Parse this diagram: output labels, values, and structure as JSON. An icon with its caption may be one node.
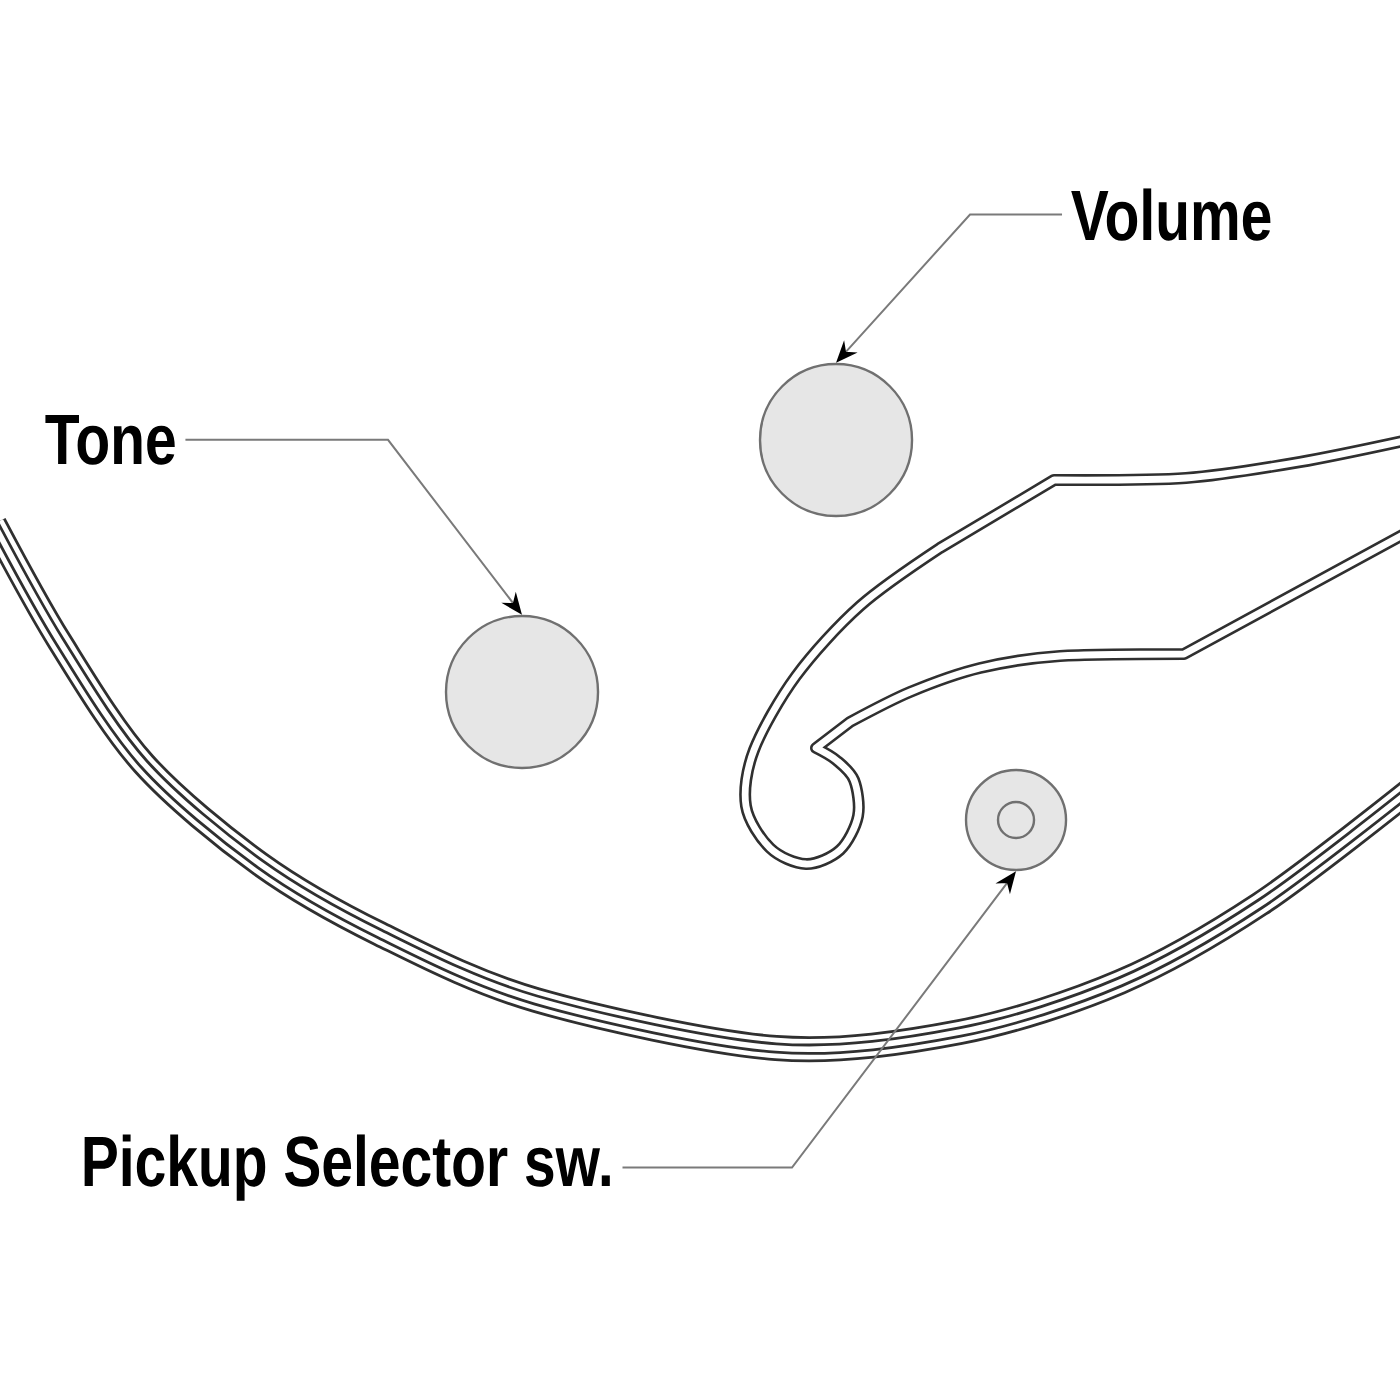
{
  "diagram": {
    "nodes": [
      {
        "text": [
          "Volume"
        ]
      },
      {
        "text": [],
        "shape": "circle"
      },
      {
        "text": [
          "Tone"
        ]
      },
      {
        "text": [],
        "shape": "circle"
      },
      {
        "text": [
          "Pickup Selector sw."
        ]
      },
      {
        "text": [],
        "shape": "circle"
      }
    ],
    "edges": [
      {
        "from": 0,
        "to": 1,
        "arrow": "to"
      },
      {
        "from": 2,
        "to": 3,
        "arrow": "to"
      },
      {
        "from": 4,
        "to": 5,
        "arrow": "to"
      }
    ]
  }
}
